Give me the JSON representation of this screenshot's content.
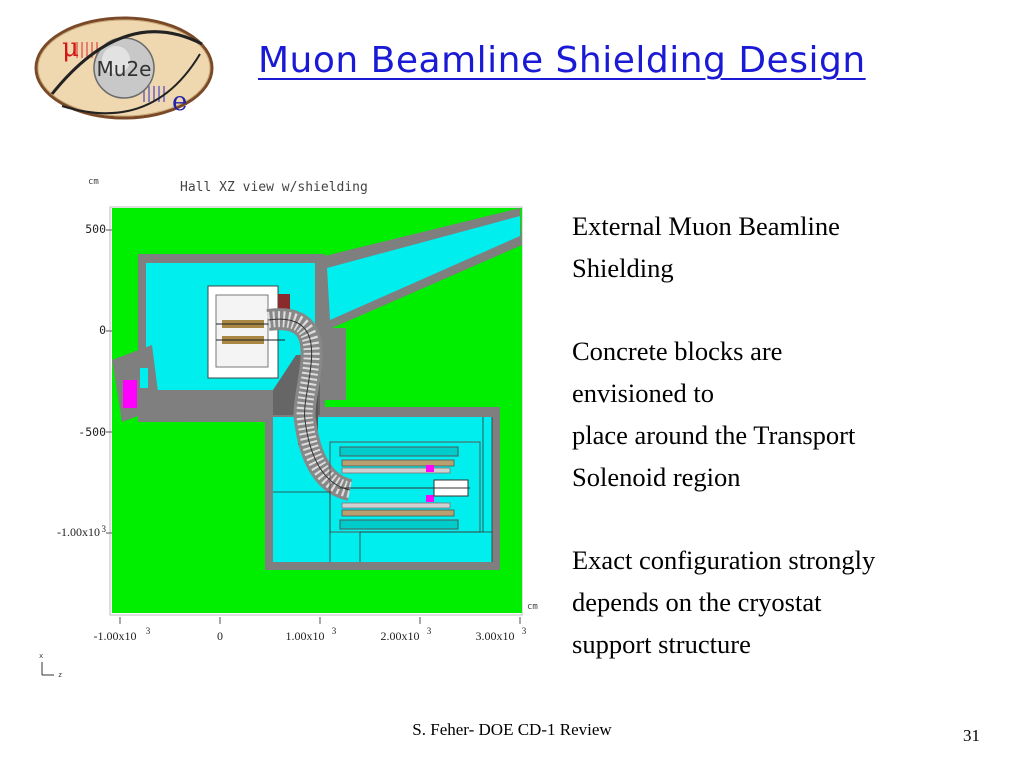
{
  "slide": {
    "title": "Muon Beamline Shielding Design",
    "logo": {
      "text": "Mu2e",
      "mu_symbol": "μ",
      "e_symbol": "e"
    },
    "figure": {
      "plot_title": "Hall XZ view w/shielding",
      "unit_top": "cm",
      "unit_right": "cm",
      "y_ticks": [
        "500",
        "0",
        "-500",
        "-1.00x10"
      ],
      "y_tick_last_exp": "3",
      "x_ticks": [
        "-1.00x10",
        "0",
        "1.00x10",
        "2.00x10",
        "3.00x10"
      ],
      "x_tick_exps": [
        "3",
        "",
        "3",
        "3",
        "3"
      ],
      "axis_x": "x",
      "axis_z": "z",
      "colors": {
        "ground": "#00ee00",
        "concrete": "#7f7f7f",
        "hall": "#00eeee",
        "magenta": "#ff00ff",
        "brown": "#8b2a2a"
      }
    },
    "paragraphs": [
      "External Muon Beamline\nShielding",
      "Concrete blocks are\nenvisioned to\nplace around the Transport\nSolenoid region",
      "Exact configuration strongly\ndepends on the cryostat\nsupport structure"
    ],
    "footer": "S. Feher- DOE CD-1 Review",
    "page_number": "31"
  }
}
